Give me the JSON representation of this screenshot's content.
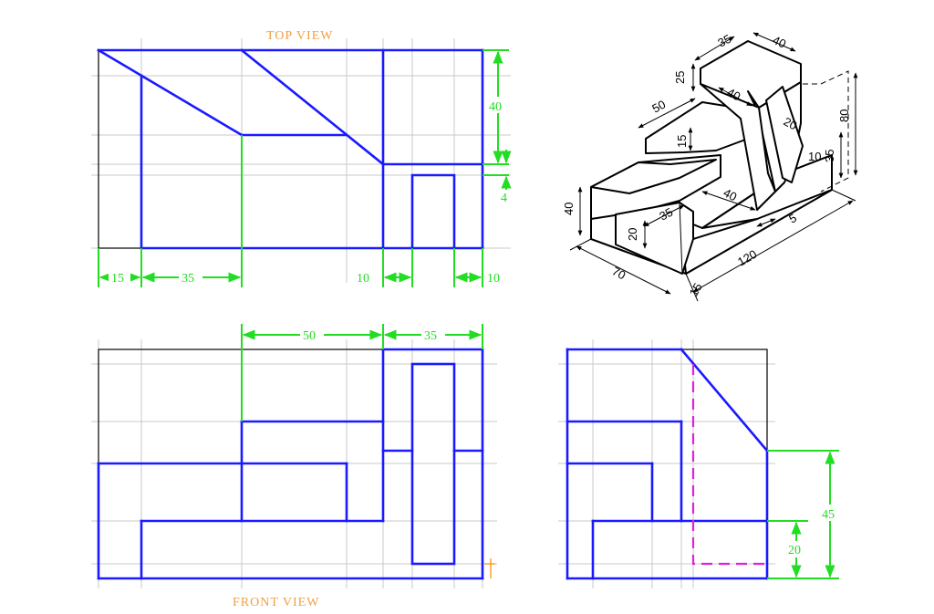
{
  "views": {
    "top_title": "TOP VIEW",
    "front_title": "FRONT VIEW"
  },
  "colors": {
    "outline": "#1a1aff",
    "dimension": "#22dd22",
    "title": "#f0a040",
    "hidden_line": "#dd22dd",
    "frame": "#000000",
    "grid": "#c8c8c8"
  },
  "top_view_dims": {
    "d15": "15",
    "d35": "35",
    "d10a": "10",
    "d10b": "10",
    "d40": "40",
    "d4": "4"
  },
  "front_view_dims": {
    "d50": "50",
    "d35": "35"
  },
  "side_view_dims": {
    "d45": "45",
    "d20": "20"
  },
  "isometric_dims": {
    "d35_top": "35",
    "d40_top": "40",
    "d25": "25",
    "d40_mid": "40",
    "d50": "50",
    "d15_step": "15",
    "d20_slot": "20",
    "d80": "80",
    "d35_right": "35",
    "d10_right": "10",
    "d40_left": "40",
    "d40_base": "40",
    "d35_base": "35",
    "d20_base": "20",
    "d5": "5",
    "d70": "70",
    "d120": "120",
    "d15_bottom": "15"
  }
}
